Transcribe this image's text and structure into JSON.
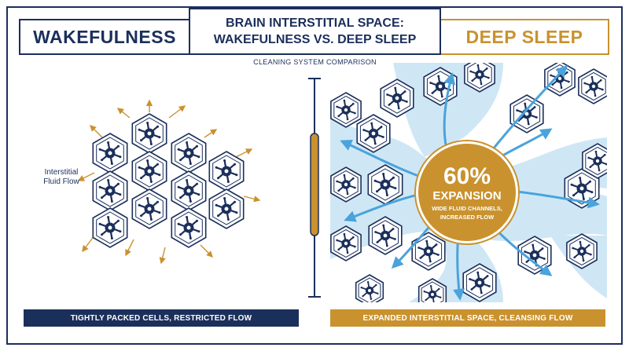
{
  "title": {
    "line1": "BRAIN INTERSTITIAL SPACE:",
    "line2": "WAKEFULNESS VS. DEEP SLEEP"
  },
  "subtitle": "CLEANING SYSTEM COMPARISON",
  "wake": {
    "heading": "WAKEFULNESS",
    "fluid_label_line1": "Interstitial",
    "fluid_label_line2": "Fluid Flow",
    "caption": "TIGHTLY PACKED CELLS, RESTRICTED FLOW"
  },
  "sleep": {
    "heading": "DEEP SLEEP",
    "callout_percent": "60%",
    "callout_word": "EXPANSION",
    "callout_line1": "WIDE FLUID CHANNELS,",
    "callout_line2": "INCREASED FLOW",
    "caption": "EXPANDED INTERSTITIAL SPACE, CLEANSING FLOW"
  },
  "colors": {
    "navy": "#1b2f5b",
    "gold": "#c9922e",
    "fluid": "#cfe7f5",
    "arrow": "#4aa3dc"
  },
  "icons": {
    "cell": "neuron-hexagon-icon",
    "flow": "flow-arrow-icon",
    "slider": "expansion-scale-icon"
  }
}
